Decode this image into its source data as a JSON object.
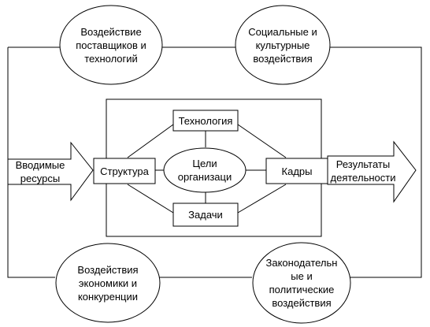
{
  "diagram": {
    "influences": {
      "suppliers": "Воздействие\nпоставщиков и\nтехнологий",
      "social": "Социальные и\nкультурные\nвоздействия",
      "economy": "Воздействия\nэкономики и\nконкуренции",
      "legal": "Законодательн\nые и\nполитические\nвоздействия"
    },
    "input": "Вводимые\nресурсы",
    "output": "Результаты\nдеятельности",
    "core": {
      "technology": "Технология",
      "structure": "Структура",
      "goals": "Цели\nорганизаци",
      "people": "Кадры",
      "tasks": "Задачи"
    }
  }
}
